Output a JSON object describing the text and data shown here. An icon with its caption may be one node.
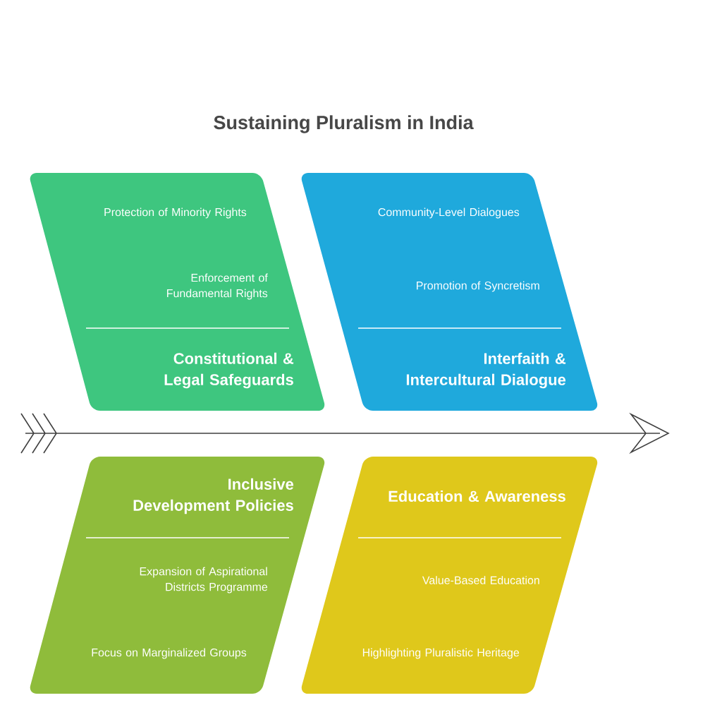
{
  "diagram": {
    "title": "Sustaining Pluralism in India",
    "nodes": [
      {
        "text": [
          "Protection of Minority Rights",
          "Enforcement of Fundamental Rights",
          "Constitutional & Legal Safeguards"
        ]
      },
      {
        "text": [
          "Community-Level Dialogues",
          "Promotion of Syncretism",
          "Interfaith & Intercultural Dialogue"
        ]
      },
      {
        "text": [
          "Inclusive Development Policies",
          "Expansion of Aspirational Districts Programme",
          "Focus on Marginalized Groups"
        ]
      },
      {
        "text": [
          "Education & Awareness",
          "Value-Based Education",
          "Highlighting Pluralistic Heritage"
        ]
      }
    ]
  }
}
